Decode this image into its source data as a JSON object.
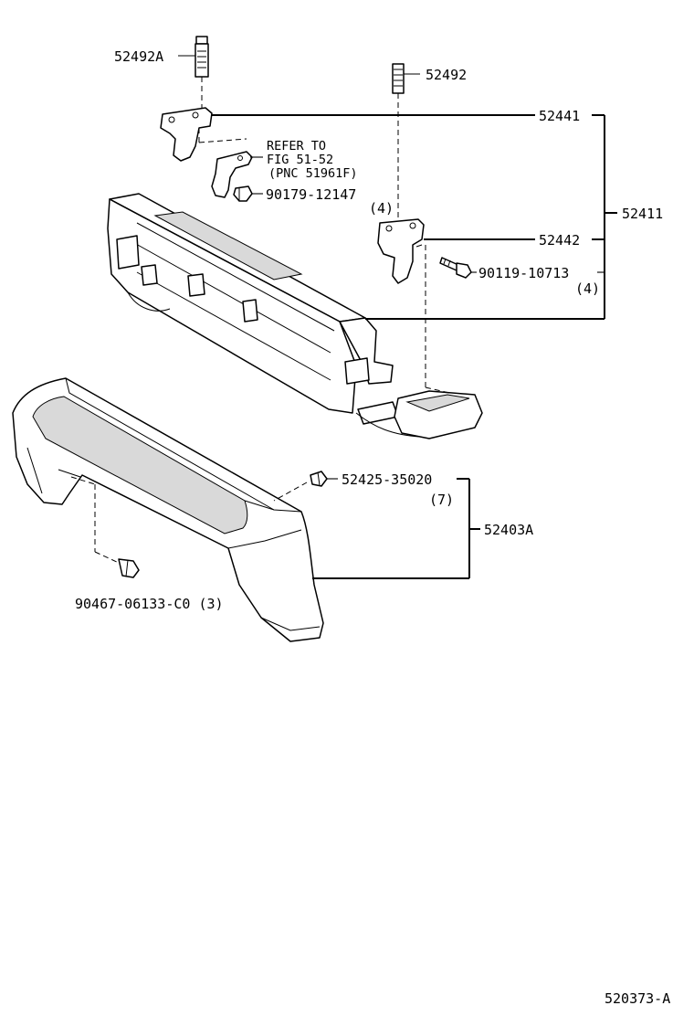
{
  "labels": {
    "p52492A": "52492A",
    "p52492": "52492",
    "p52441": "52441",
    "refer_1": "REFER TO",
    "refer_2": "FIG 51-52",
    "refer_3": "(PNC 51961F)",
    "p90179": "90179-12147",
    "qty_90179": "(4)",
    "p52411": "52411",
    "p52442": "52442",
    "p90119": "90119-10713",
    "qty_90119": "(4)",
    "p52425": "52425-35020",
    "qty_52425": "(7)",
    "p52403A": "52403A",
    "p90467": "90467-06133-C0 (3)",
    "figure_id": "520373-A"
  }
}
